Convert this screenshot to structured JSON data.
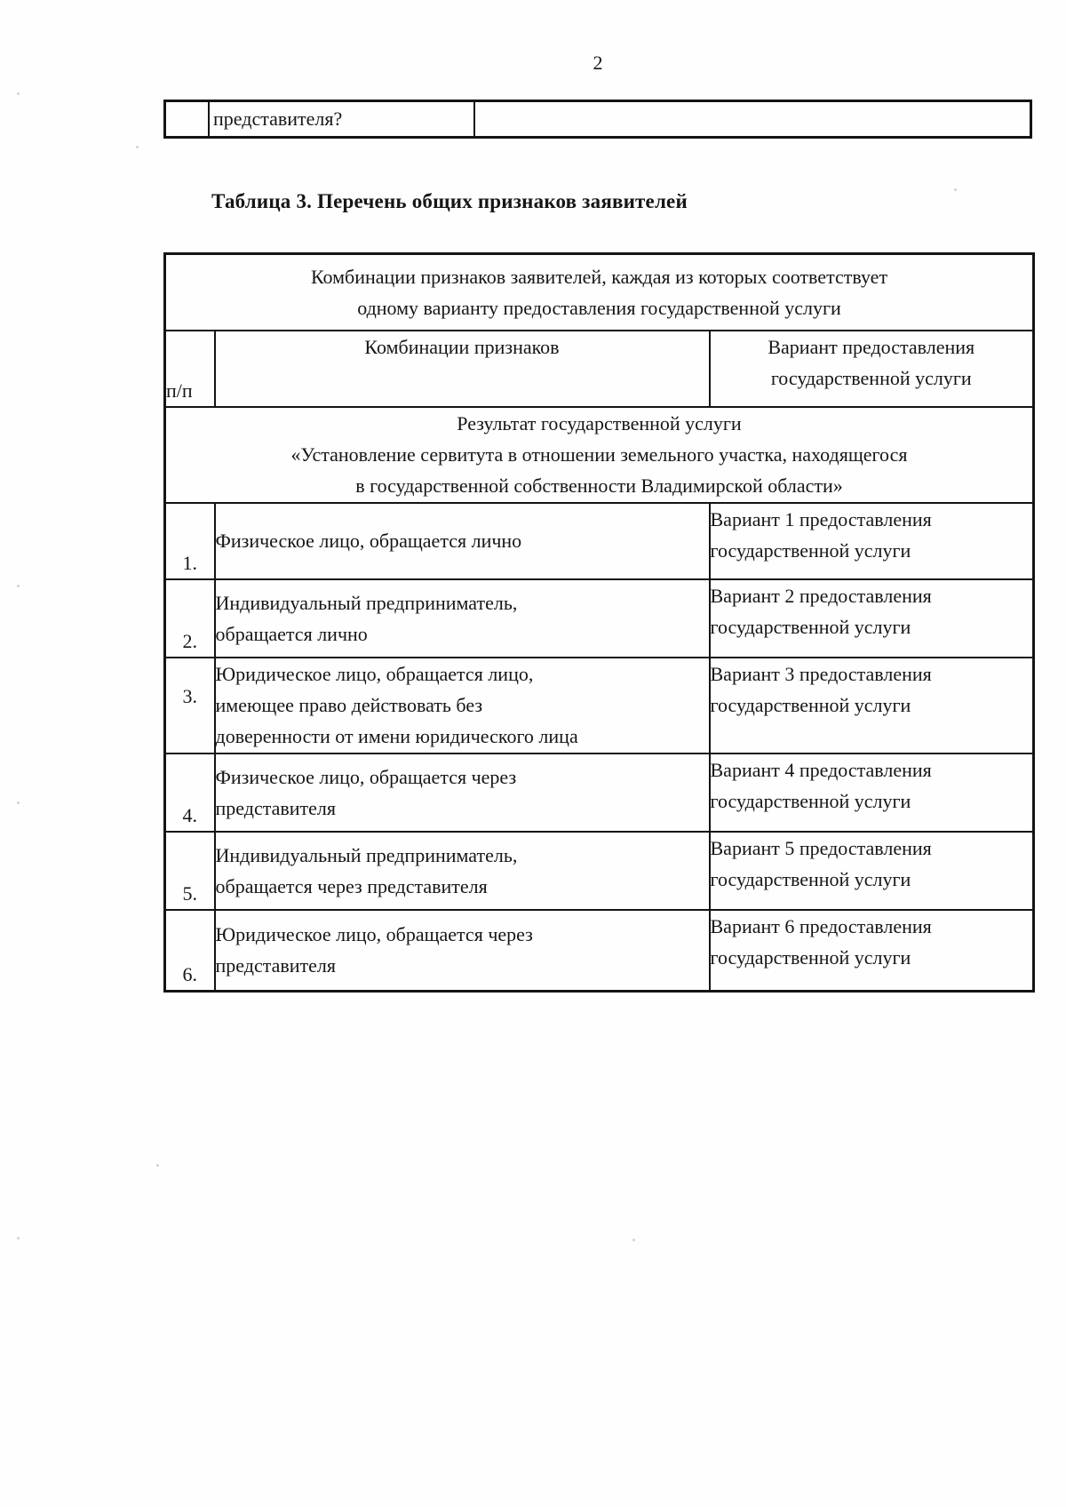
{
  "page": {
    "number": "2"
  },
  "top_table_fragment": {
    "col1": "",
    "col2": "представителя?",
    "col3": ""
  },
  "title": "Таблица 3. Перечень общих признаков заявителей",
  "table": {
    "span_header": "Комбинации признаков заявителей, каждая из которых соответствует\nодному варианту предоставления государственной услуги",
    "col_num": "п/п",
    "col_combinations": "Комбинации признаков",
    "col_variant": "Вариант предоставления\nгосударственной услуги",
    "result": "Результат государственной услуги\n«Установление сервитута в отношении земельного участка, находящегося\nв государственной собственности Владимирской области»",
    "rows": [
      {
        "num": "1.",
        "combo": "Физическое лицо, обращается лично",
        "variant": "Вариант 1 предоставления\nгосударственной услуги"
      },
      {
        "num": "2.",
        "combo": "Индивидуальный предприниматель,\nобращается лично",
        "variant": "Вариант 2 предоставления\nгосударственной услуги"
      },
      {
        "num": "3.",
        "combo": "Юридическое лицо, обращается лицо,\nимеющее право действовать без\nдоверенности от имени юридического лица",
        "variant": "Вариант 3 предоставления\nгосударственной услуги"
      },
      {
        "num": "4.",
        "combo": "Физическое лицо, обращается через\nпредставителя",
        "variant": "Вариант 4 предоставления\nгосударственной услуги"
      },
      {
        "num": "5.",
        "combo": "Индивидуальный предприниматель,\nобращается через представителя",
        "variant": "Вариант 5 предоставления\nгосударственной услуги"
      },
      {
        "num": "6.",
        "combo": "Юридическое лицо, обращается через\nпредставителя",
        "variant": "Вариант 6 предоставления\nгосударственной услуги"
      }
    ]
  }
}
